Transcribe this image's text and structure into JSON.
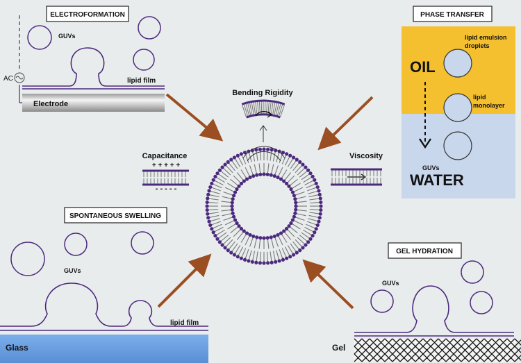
{
  "electroformation": {
    "title": "ELECTROFORMATION",
    "guvs_label": "GUVs",
    "film_label": "lipid film",
    "electrode_label": "Electrode",
    "ac_label": "AC"
  },
  "phase_transfer": {
    "title": "PHASE TRANSFER",
    "oil_label": "OIL",
    "water_label": "WATER",
    "droplets_label_1": "lipid emulsion",
    "droplets_label_2": "droplets",
    "monolayer_label_1": "lipid",
    "monolayer_label_2": "monolayer",
    "guvs_label": "GUVs"
  },
  "spontaneous_swelling": {
    "title": "SPONTANEOUS SWELLING",
    "guvs_label": "GUVs",
    "film_label": "lipid film",
    "glass_label": "Glass"
  },
  "gel_hydration": {
    "title": "GEL HYDRATION",
    "guvs_label": "GUVs",
    "gel_label": "Gel"
  },
  "properties": {
    "bending": "Bending Rigidity",
    "capacitance": "Capacitance",
    "viscosity": "Viscosity",
    "plus_signs": "+ + + + +",
    "minus_signs": "- - - - -"
  },
  "colors": {
    "lipid": "#4b2a7e",
    "arrow": "#9b4e22",
    "oil": "#f5c02f",
    "water": "#c8d7ec",
    "glass": "#6b9fe0"
  }
}
